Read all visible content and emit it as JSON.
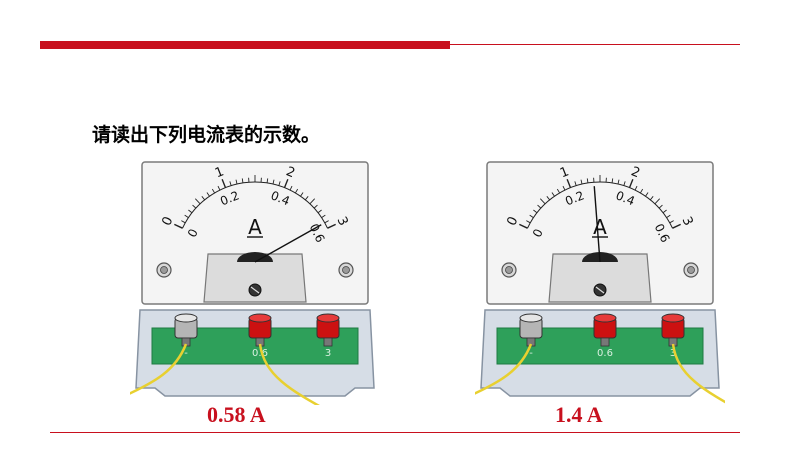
{
  "question": "请读出下列电流表的示数。",
  "colors": {
    "accent": "#c8101e",
    "terminal_red": "#cc1111",
    "board_green": "#2ea05a",
    "wire": "#e8d030"
  },
  "meter_scale": {
    "unit_symbol": "A",
    "top_labels": [
      "0",
      "1",
      "2",
      "3"
    ],
    "bottom_labels": [
      "0",
      "0.2",
      "0.4",
      "0.6"
    ]
  },
  "meters": [
    {
      "terminal_labels": [
        "-",
        "0.6",
        "3"
      ],
      "connected_range": 0.6,
      "reading": 0.58,
      "answer": "0.58 A"
    },
    {
      "terminal_labels": [
        "-",
        "0.6",
        "3"
      ],
      "connected_range": 3,
      "reading": 1.4,
      "answer": "1.4 A"
    }
  ]
}
